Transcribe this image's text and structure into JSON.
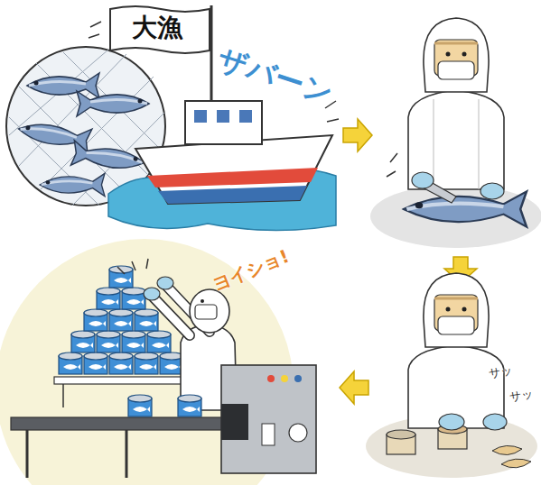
{
  "diagram": {
    "labels": [
      "大漁",
      "ザバーン",
      "サッ",
      "サッ",
      "ヨイショ!"
    ]
  }
}
